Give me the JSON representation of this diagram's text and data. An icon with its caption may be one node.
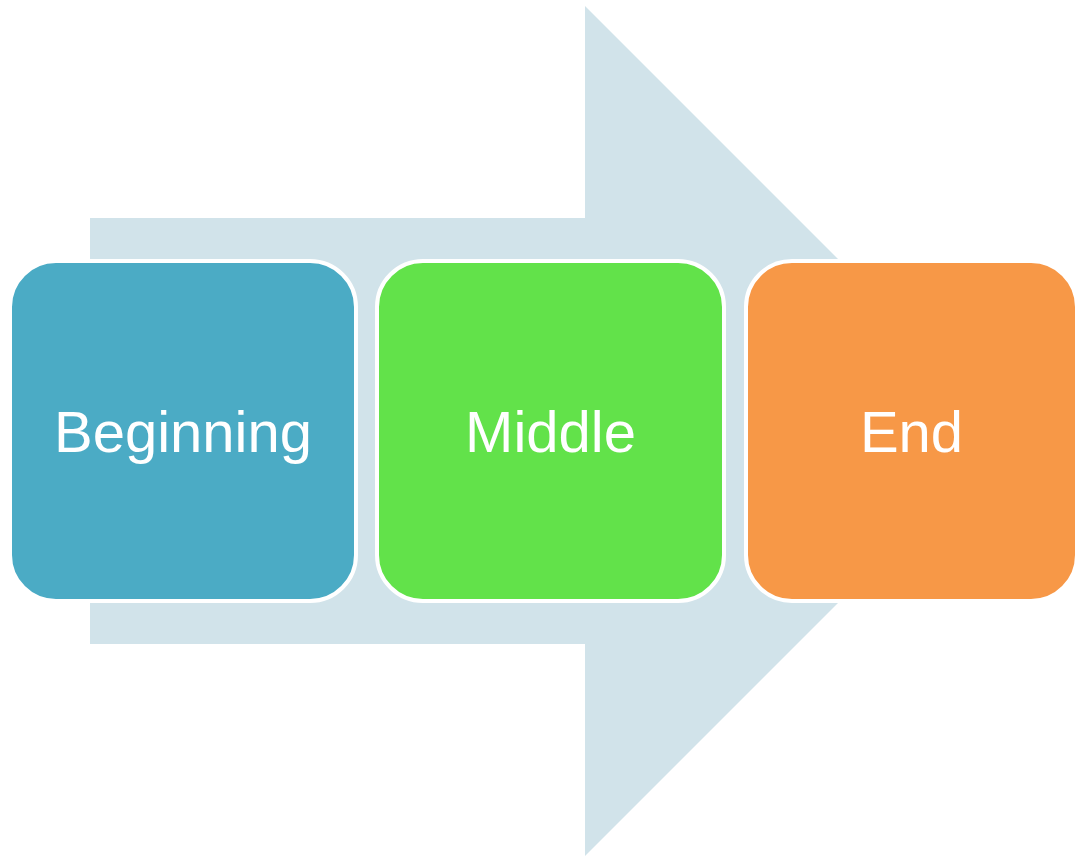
{
  "diagram": {
    "nodes": [
      {
        "text": [
          "Beginning"
        ]
      },
      {
        "text": [
          "Middle"
        ]
      },
      {
        "text": [
          "End"
        ]
      }
    ],
    "edges": [
      {
        "from": 0,
        "to": 2,
        "arrow": "to"
      }
    ]
  }
}
